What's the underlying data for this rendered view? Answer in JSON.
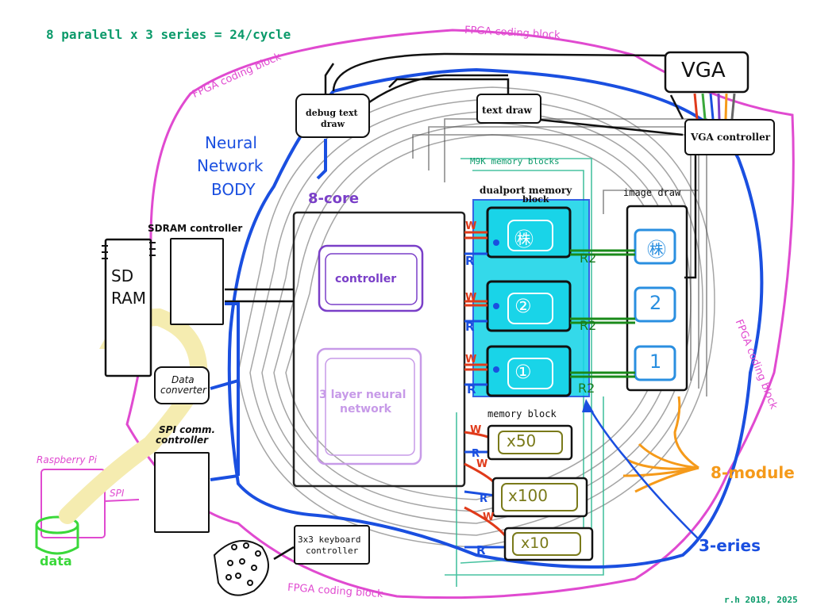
{
  "title": "8 paralell x 3 series = 24/cycle",
  "fpga_label": "FPGA coding block",
  "nn_body": [
    "Neural",
    "Network",
    "BODY"
  ],
  "core_label": "8-core",
  "controller_label": "controller",
  "nn_label_1": "3 layer neural",
  "nn_label_2": "network",
  "debug_text_draw_1": "debug text",
  "debug_text_draw_2": "draw",
  "text_draw": "text draw",
  "vga": "VGA",
  "vga_controller": "VGA controller",
  "m9k_label": "M9K memory blocks",
  "dualport_1": "dualport memory",
  "dualport_2": "block",
  "image_draw": "image draw",
  "sdram_controller": "SDRAM controller",
  "sdram_1": "SD",
  "sdram_2": "RAM",
  "data_converter_1": "Data",
  "data_converter_2": "converter",
  "spi_comm_1": "SPI comm.",
  "spi_comm_2": "controller",
  "raspberry_pi": "Raspberry Pi",
  "spi": "SPI",
  "data": "data",
  "keyboard_1": "3x3 keyboard",
  "keyboard_2": "controller",
  "memory_block": "memory block",
  "module_label": "8-module",
  "series_label": "3-eries",
  "credit": "r.h 2018, 2025",
  "w_label": "W",
  "r_label": "R",
  "r2_label": "R2",
  "dual_cells": [
    "㊑",
    "②",
    "①"
  ],
  "image_cells": [
    "㊑",
    "2",
    "1"
  ],
  "weight_cells": [
    "x50",
    "x100",
    "x10"
  ],
  "colors": {
    "green": "#0a9a6a",
    "magenta": "#e04ad0",
    "blue": "#1a4fe0",
    "purple": "#7a3fc8",
    "lavender": "#c79ae8",
    "cyan": "#19d4e8",
    "orange": "#f59a1a",
    "olive": "#7a7a1a",
    "red": "#e03a1a",
    "darkgreen": "#1a7a1a",
    "lightgreen": "#3ad83a",
    "yellow": "#f5ecb0"
  }
}
